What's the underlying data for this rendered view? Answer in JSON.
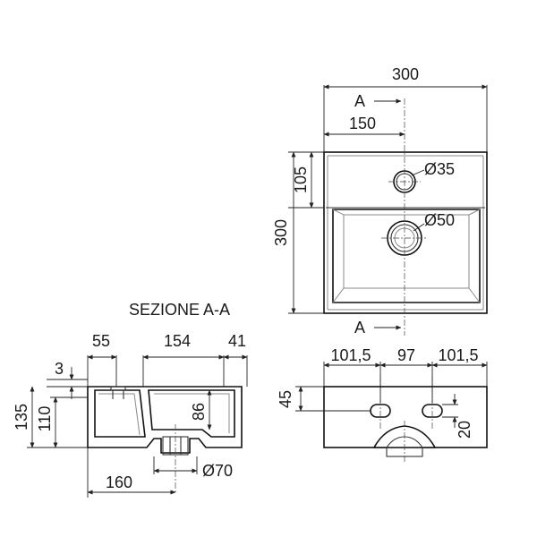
{
  "top_view": {
    "width": "300",
    "depth": "300",
    "half_width": "150",
    "tap_offset": "105",
    "tap_hole": "Ø35",
    "drain_hole": "Ø50",
    "section_mark_top": "A",
    "section_mark_bottom": "A"
  },
  "section_view": {
    "title": "SEZIONE A-A",
    "back_thickness": "55",
    "bowl_length": "154",
    "front_rim": "41",
    "rim_step": "3",
    "total_height": "135",
    "inner_height": "110",
    "bowl_depth": "86",
    "drain_offset": "160",
    "drain_diameter": "Ø70"
  },
  "front_view": {
    "left_margin": "101,5",
    "hole_spacing": "97",
    "right_margin": "101,5",
    "hole_height": "45",
    "hole_size": "20"
  }
}
